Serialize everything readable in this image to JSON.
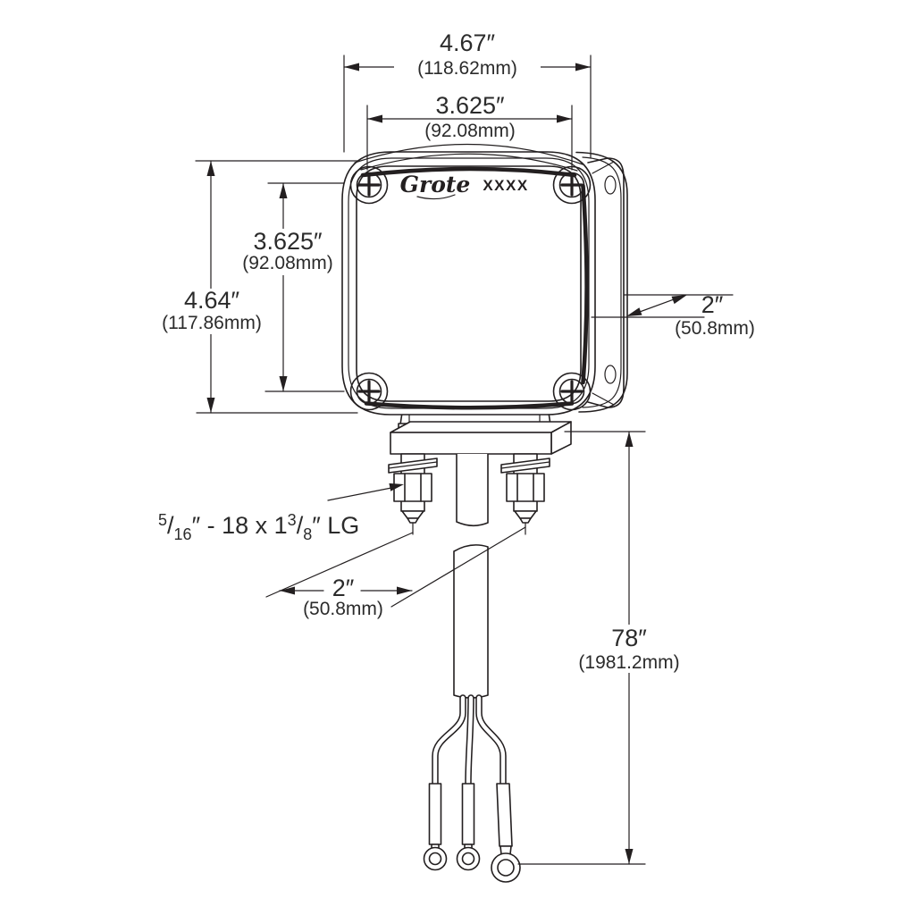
{
  "colors": {
    "ink": "#231f20",
    "paper": "#ffffff"
  },
  "lamp": {
    "brand": "Grote",
    "model": "XXXX"
  },
  "dimensions": {
    "overall_width": {
      "in": "4.67″",
      "mm": "(118.62mm)"
    },
    "mount_width": {
      "in": "3.625″",
      "mm": "(92.08mm)"
    },
    "mount_height": {
      "in": "3.625″",
      "mm": "(92.08mm)"
    },
    "overall_height": {
      "in": "4.64″",
      "mm": "(117.86mm)"
    },
    "depth": {
      "in": "2″",
      "mm": "(50.8mm)"
    },
    "stud_spacing": {
      "in": "2″",
      "mm": "(50.8mm)"
    },
    "lead_length": {
      "in": "78″",
      "mm": "(1981.2mm)"
    }
  },
  "stud_spec": {
    "numerator1": "5",
    "slash1": "/",
    "denominator1": "16",
    "mid": "″ - 18 x 1",
    "numerator2": "3",
    "slash2": "/",
    "denominator2": "8",
    "suffix": "″ LG"
  }
}
